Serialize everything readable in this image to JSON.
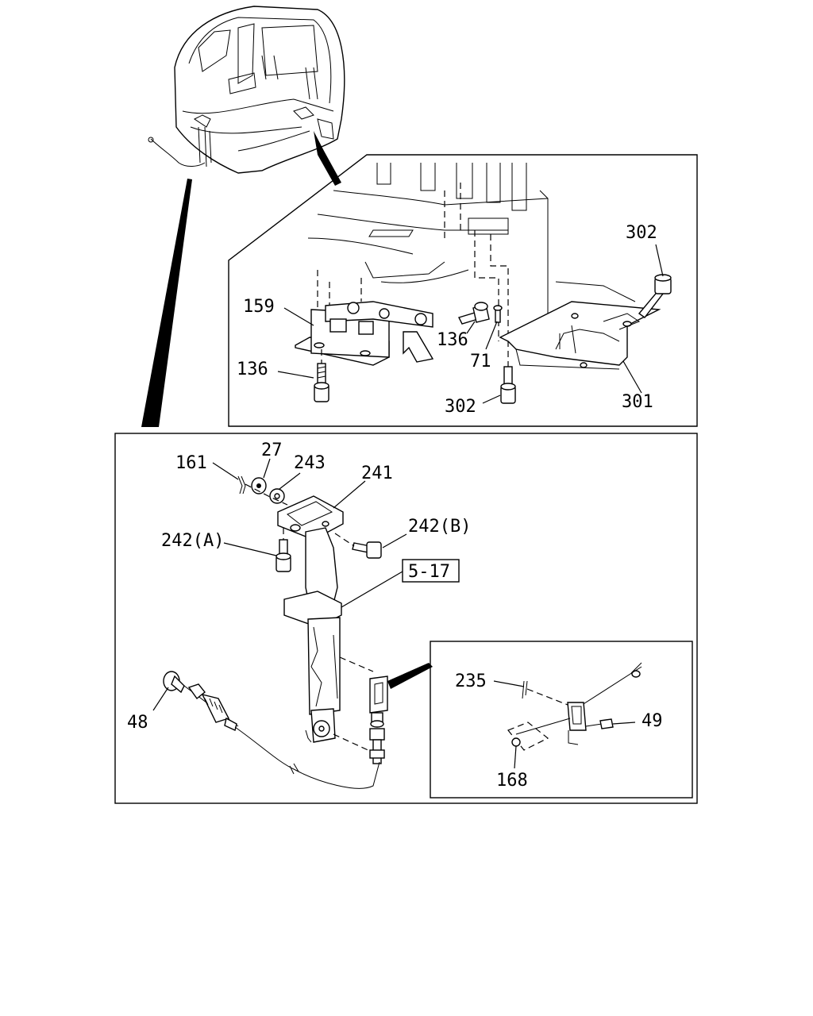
{
  "callouts": {
    "c302_top": "302",
    "c159": "159",
    "c136_mid": "136",
    "c71": "71",
    "c136_left": "136",
    "c302_bottom": "302",
    "c301": "301",
    "c161": "161",
    "c27": "27",
    "c243": "243",
    "c241": "241",
    "c242a": "242(A)",
    "c242b": "242(B)",
    "ref_5_17": "5-17",
    "c48": "48",
    "c235": "235",
    "c49": "49",
    "c168": "168"
  }
}
